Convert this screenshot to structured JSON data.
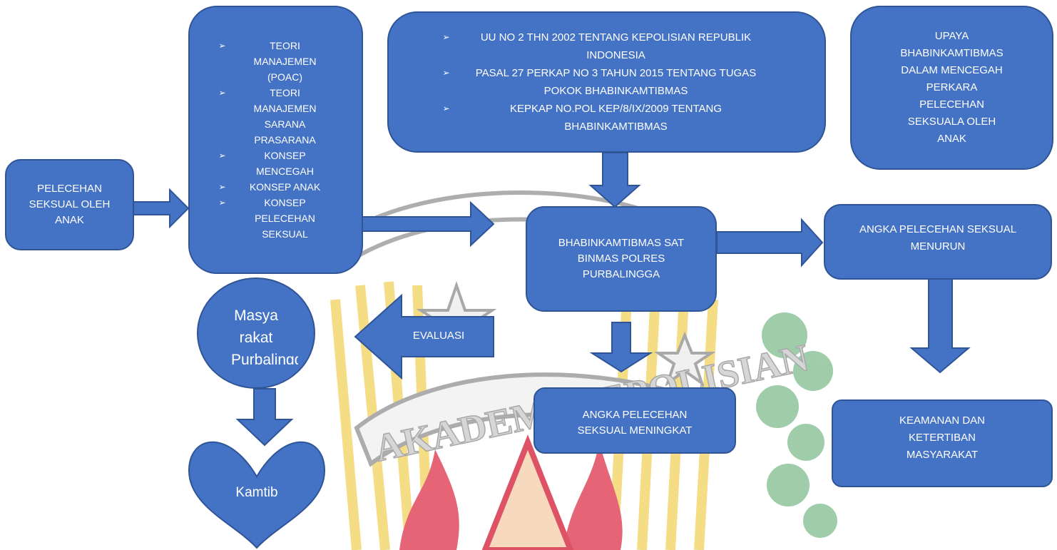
{
  "watermark": {
    "text": "AKADEMI KEPOLISIAN",
    "colors": {
      "gold": "#f0d26a",
      "red": "#d9344c",
      "grey": "#8e8e8e",
      "green": "#6bb07a"
    }
  },
  "colors": {
    "box_fill": "#4472c4",
    "box_border": "#2f5597",
    "text": "#ffffff"
  },
  "bullet_glyph": "➢",
  "nodes": {
    "pelecehan": "PELECEHAN SEKSUAL OLEH ANAK",
    "teori": [
      "TEORI MANAJEMEN (POAC)",
      "TEORI MANAJEMEN SARANA PRASARANA",
      "KONSEP MENCEGAH",
      "KONSEP ANAK",
      "KONSEP PELECEHAN SEKSUAL"
    ],
    "hukum": [
      "UU NO 2 THN 2002 TENTANG KEPOLISIAN REPUBLIK INDONESIA",
      "PASAL 27 PERKAP NO 3 TAHUN 2015 TENTANG TUGAS POKOK BHABINKAMTIBMAS",
      "KEPKAP NO.POL KEP/8/IX/2009 TENTANG BHABINKAMTIBMAS"
    ],
    "upaya": "UPAYA BHABINKAMTIBMAS DALAM MENCEGAH PERKARA PELECEHAN SEKSUALA OLEH ANAK",
    "bhabin": "BHABINKAMTIBMAS SAT BINMAS POLRES PURBALINGGA",
    "menurun": "ANGKA PELECEHAN SEKSUAL MENURUN",
    "evaluasi": "EVALUASI",
    "meningkat": "ANGKA PELECEHAN SEKSUAL MENINGKAT",
    "keamanan": "KEAMANAN DAN KETERTIBAN MASYARAKAT",
    "masyarakat": "Masya rakat Purbalingga",
    "kamtib": "Kamtib"
  }
}
